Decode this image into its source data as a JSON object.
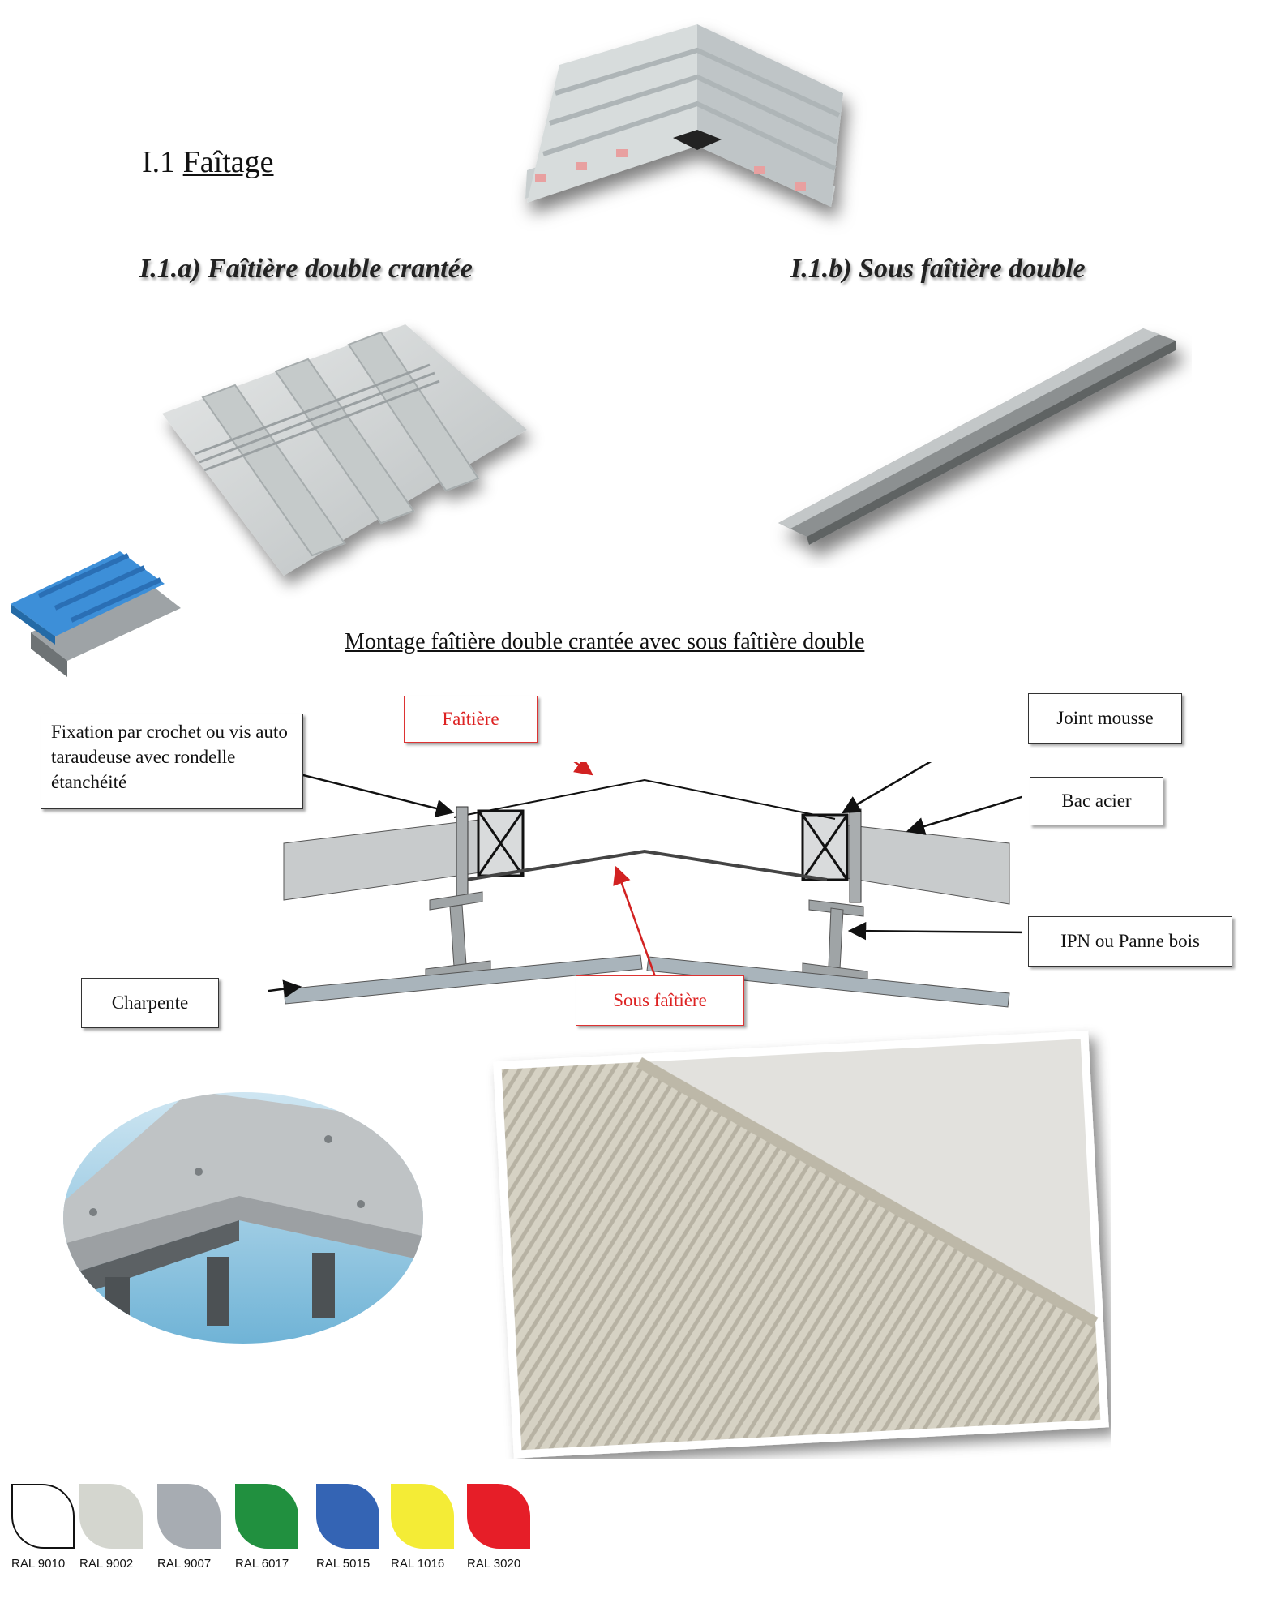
{
  "section": {
    "number": "I.1",
    "title": "Faîtage"
  },
  "subsections": {
    "a": "I.1.a) Faîtière double crantée",
    "b": "I.1.b) Sous faîtière double"
  },
  "montage_title": "Montage faîtière double crantée avec sous faîtière double",
  "callouts": {
    "fixation": "Fixation par crochet ou vis auto taraudeuse avec rondelle étanchéité",
    "faitiere": "Faîtière",
    "joint": "Joint mousse",
    "bac": "Bac acier",
    "ipn": "IPN ou Panne bois",
    "charpente": "Charpente",
    "sous_faitiere": "Sous faîtière"
  },
  "colors": {
    "callout_red": "#d22222",
    "leader_black": "#111111"
  },
  "swatches": [
    {
      "label": "RAL 9010",
      "color": "#ffffff"
    },
    {
      "label": "RAL 9002",
      "color": "#d4d6cf"
    },
    {
      "label": "RAL 9007",
      "color": "#a7acb2"
    },
    {
      "label": "RAL 6017",
      "color": "#21903f"
    },
    {
      "label": "RAL 5015",
      "color": "#3464b4"
    },
    {
      "label": "RAL 1016",
      "color": "#f4ec36"
    },
    {
      "label": "RAL 3020",
      "color": "#e61e28"
    }
  ]
}
